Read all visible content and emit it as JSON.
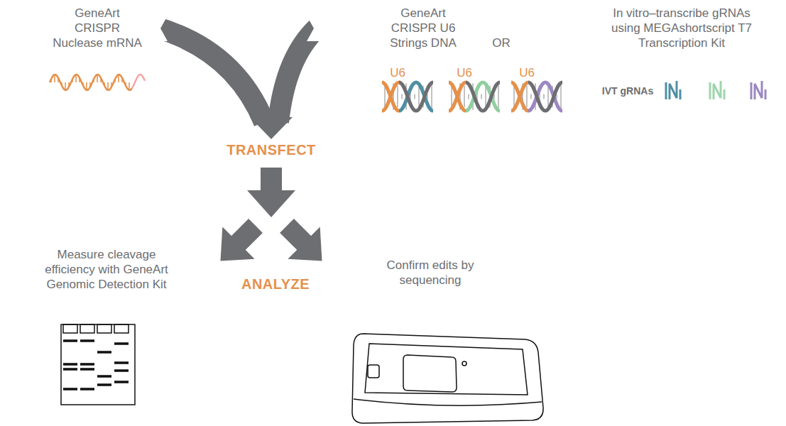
{
  "diagram": {
    "labels": [
      "GeneArt CRISPR Nuclease mRNA",
      "GeneArt CRISPR U6 Strings DNA",
      "OR",
      "In vitro–transcribe gRNAs using MEGAshortscript T7 Transcription Kit",
      "U6",
      "U6",
      "U6",
      "IVT gRNAs",
      "TRANSFECT",
      "Measure cleavage efficiency with GeneArt Genomic Detection Kit",
      "ANALYZE",
      "Confirm edits by sequencing"
    ]
  }
}
